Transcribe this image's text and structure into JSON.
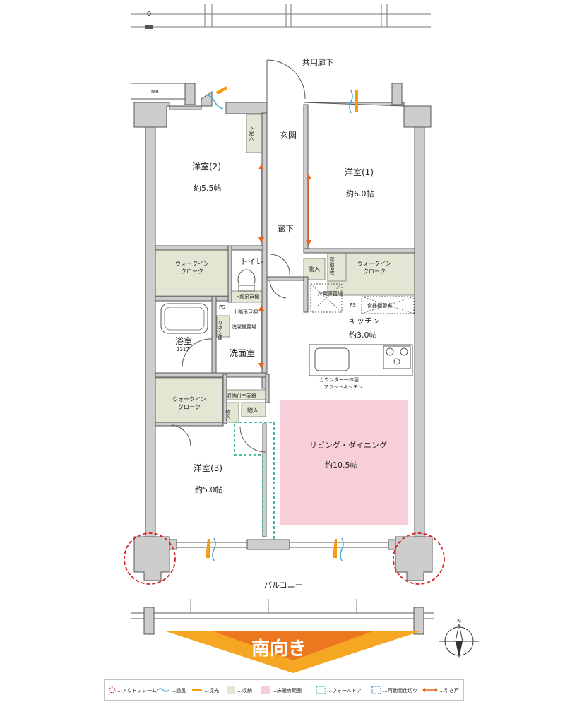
{
  "rooms": {
    "corridor": "共用廊下",
    "mb": "MB",
    "entrance": "玄関",
    "shoe": "下足入",
    "hall": "廊下",
    "western1": {
      "name": "洋室(1)",
      "size": "約6.0帖"
    },
    "western2": {
      "name": "洋室(2)",
      "size": "約5.5帖"
    },
    "western3": {
      "name": "洋室(3)",
      "size": "約5.0帖"
    },
    "wic": "ウォークインクローク",
    "wic_line1": "ウォークイン",
    "wic_line2": "クローク",
    "toilet": "トイレ",
    "toilet_cabinet": "上部吊戸棚",
    "bath": "浴室",
    "bath_size": "1317",
    "washroom": "洗面室",
    "linen": "リネン庫",
    "washer": "洗濯機置場",
    "upper_cabinet": "上部吊戸棚",
    "storage_3": "収納付三面鏡",
    "closet": "物入",
    "ps": "PS",
    "movable_door": "可動4枚",
    "fridge": "冷蔵庫置場",
    "dishwasher": "食器棚置場",
    "kitchen": {
      "name": "キッチン",
      "size": "約3.0帖"
    },
    "kitchen_type_1": "カウンター一体型",
    "kitchen_type_2": "フラットキッチン",
    "ldk": {
      "name": "リビング・ダイニング",
      "size": "約10.5帖"
    },
    "balcony": "バルコニー"
  },
  "orientation": {
    "label": "南向き",
    "compass": "N"
  },
  "legend": [
    {
      "label": "…アウトフレーム",
      "symbol": "outframe",
      "color": "#d62020"
    },
    {
      "label": "…通風",
      "symbol": "wind",
      "color": "#4aa8c8"
    },
    {
      "label": "…採光",
      "symbol": "light",
      "color": "#f39c12"
    },
    {
      "label": "…収納",
      "symbol": "storage",
      "color": "#e3e6d3"
    },
    {
      "label": "…床暖房範囲",
      "symbol": "floorheat",
      "color": "#f8cfd9"
    },
    {
      "label": "…ウォールドア",
      "symbol": "walldoor",
      "color": "#1aa38a"
    },
    {
      "label": "…可動間仕切り",
      "symbol": "partition",
      "color": "#2a80c8"
    },
    {
      "label": "…引き戸",
      "symbol": "slide",
      "color": "#e8641e"
    }
  ]
}
